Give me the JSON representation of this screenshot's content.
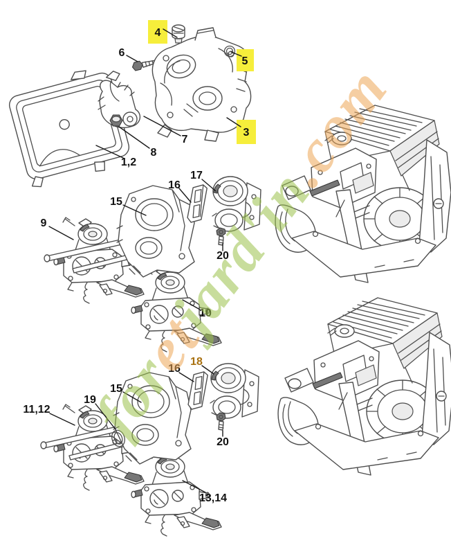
{
  "theme": {
    "paper": "#ffffff",
    "highlight": "#f6ee3b",
    "label": "#111111",
    "label_orange": "#a8700f",
    "wm_green": "#9cc24d",
    "wm_orange": "#eda757"
  },
  "watermark": {
    "segments": [
      {
        "text": "for",
        "tone": "green"
      },
      {
        "text": "et",
        "tone": "orange"
      },
      {
        "text": "jard'in",
        "tone": "green"
      },
      {
        "text": ".com",
        "tone": "orange"
      }
    ]
  },
  "diagram": {
    "type": "exploded-parts-diagram",
    "callouts": [
      {
        "label": "1,2",
        "highlighted": false
      },
      {
        "label": "3",
        "highlighted": true
      },
      {
        "label": "4",
        "highlighted": true
      },
      {
        "label": "5",
        "highlighted": true
      },
      {
        "label": "6",
        "highlighted": false
      },
      {
        "label": "7",
        "highlighted": false
      },
      {
        "label": "8",
        "highlighted": false
      },
      {
        "label": "9",
        "highlighted": false
      },
      {
        "label": "10",
        "highlighted": false
      },
      {
        "label": "11,12",
        "highlighted": false
      },
      {
        "label": "13,14",
        "highlighted": false
      },
      {
        "label": "15",
        "highlighted": false
      },
      {
        "label": "16",
        "highlighted": false
      },
      {
        "label": "17",
        "highlighted": false
      },
      {
        "label": "18",
        "highlighted": false
      },
      {
        "label": "19",
        "highlighted": false
      },
      {
        "label": "20",
        "highlighted": false
      },
      {
        "label": "15",
        "highlighted": false
      },
      {
        "label": "16",
        "highlighted": false
      },
      {
        "label": "20",
        "highlighted": false
      }
    ]
  }
}
